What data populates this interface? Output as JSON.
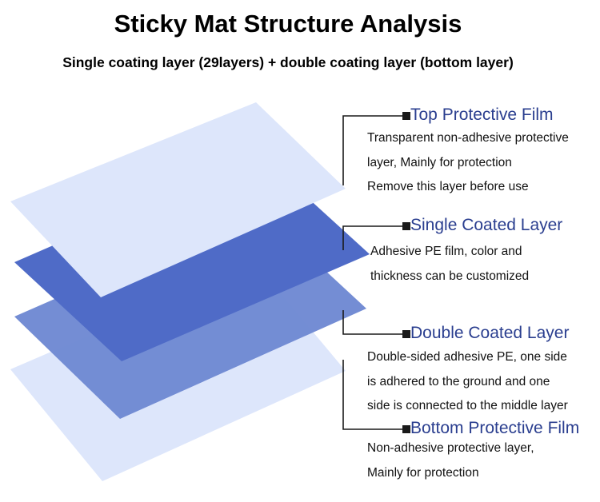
{
  "title": "Sticky Mat Structure Analysis",
  "subtitle": "Single coating layer (29layers) + double coating layer (bottom layer)",
  "colors": {
    "heading": "#2a3e8f",
    "top_film": "#dde6fb",
    "single_coated": "#4f6bc7",
    "double_coated": "#6f89d3",
    "bottom_film": "#dde6fb"
  },
  "layers": [
    {
      "name": "Top Protective Film",
      "lines": [
        "Transparent non-adhesive protective",
        "layer, Mainly for protection",
        "Remove this layer before use"
      ]
    },
    {
      "name": "Single Coated Layer",
      "lines": [
        "Adhesive PE film, color and",
        "thickness can be customized"
      ]
    },
    {
      "name": "Double Coated Layer",
      "lines": [
        "Double-sided adhesive PE, one side",
        "is adhered to the ground and one",
        "side is connected to the middle layer"
      ]
    },
    {
      "name": "Bottom Protective Film",
      "lines": [
        "Non-adhesive protective layer,",
        "Mainly for protection"
      ]
    }
  ]
}
